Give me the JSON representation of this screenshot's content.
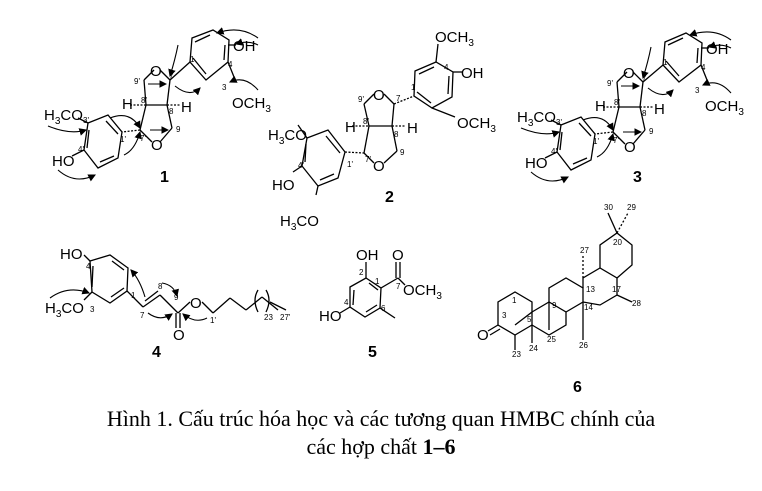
{
  "figure": {
    "caption_line1": "Hình 1. Cấu trúc hóa học và các tương quan HMBC chính của",
    "caption_line2_prefix": "các hợp chất ",
    "caption_line2_bold": "1–6"
  },
  "compounds": [
    {
      "id": "1",
      "label": "1",
      "type": "furofuran lignan with HMBC arrows",
      "substituents": [
        "H3CO",
        "HO",
        "OH",
        "OCH3",
        "H",
        "H",
        "O",
        "O"
      ],
      "atom_numbers": [
        "3'",
        "4'",
        "1'",
        "7'",
        "8'",
        "9'",
        "7",
        "8",
        "9",
        "1",
        "3",
        "4"
      ]
    },
    {
      "id": "2",
      "label": "2",
      "type": "furofuran lignan (syringaresinol-type)",
      "substituents": [
        "OCH3",
        "OH",
        "OCH3",
        "H3CO",
        "HO",
        "H3CO",
        "H",
        "H",
        "O",
        "O"
      ],
      "atom_numbers": [
        "4",
        "1",
        "7",
        "8",
        "9",
        "9'",
        "8'",
        "7'",
        "1'",
        "4'"
      ]
    },
    {
      "id": "3",
      "label": "3",
      "type": "furofuran lignan with HMBC arrows",
      "substituents": [
        "H3CO",
        "HO",
        "OH",
        "OCH3",
        "H",
        "H",
        "O",
        "O"
      ],
      "atom_numbers": [
        "3'",
        "4'",
        "1'",
        "7'",
        "8'",
        "9'",
        "7",
        "8",
        "9",
        "1",
        "3",
        "4"
      ]
    },
    {
      "id": "4",
      "label": "4",
      "type": "feruloyl ester with long alkyl chain",
      "substituents": [
        "HO",
        "H3CO",
        "O",
        "O"
      ],
      "atom_numbers": [
        "4",
        "3",
        "1",
        "7",
        "8",
        "9",
        "1'",
        "23",
        "27'"
      ]
    },
    {
      "id": "5",
      "label": "5",
      "type": "methyl orsellinate",
      "substituents": [
        "OH",
        "O",
        "OCH3",
        "HO"
      ],
      "atom_numbers": [
        "2",
        "1",
        "7",
        "6",
        "4"
      ]
    },
    {
      "id": "6",
      "label": "6",
      "type": "friedelane triterpenoid (friedelin)",
      "substituents": [
        "O"
      ],
      "atom_numbers": [
        "30",
        "29",
        "20",
        "27",
        "13",
        "17",
        "28",
        "9",
        "14",
        "1",
        "3",
        "5",
        "25",
        "26",
        "24",
        "23"
      ]
    }
  ],
  "labels": {
    "h3co": "H3CO",
    "ho": "HO",
    "oh": "OH",
    "och3": "OCH3",
    "h": "H",
    "o": "O"
  }
}
